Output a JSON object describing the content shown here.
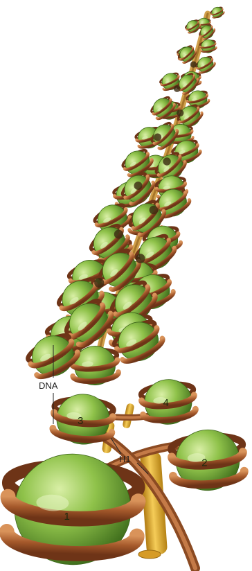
{
  "labels": {
    "dna": "DNA",
    "h1": "H1"
  },
  "nucleosomes": [
    {
      "number": "1"
    },
    {
      "number": "2"
    },
    {
      "number": "3"
    },
    {
      "number": "4"
    }
  ],
  "colors": {
    "histone_core": "#7fb23a",
    "dna_wrap": "#a0582c",
    "h1_rod": "#e2ac2a",
    "leader_line": "#222222"
  }
}
